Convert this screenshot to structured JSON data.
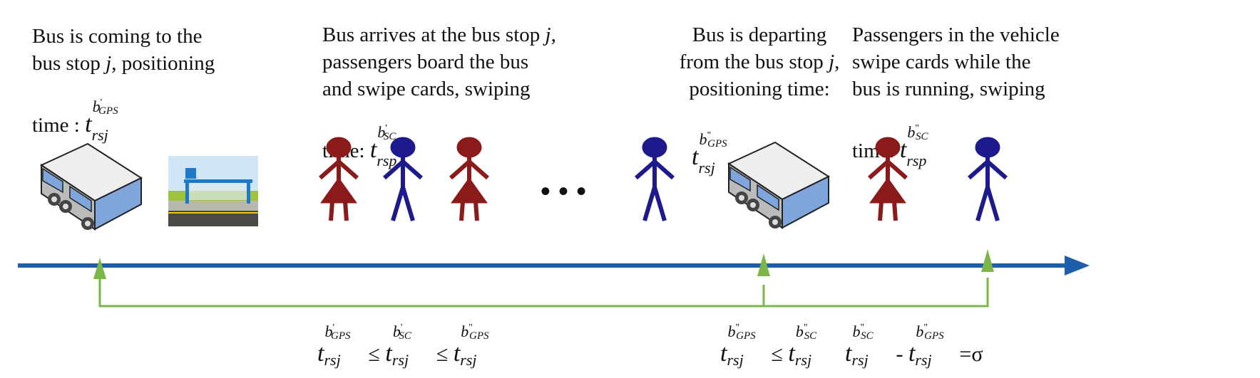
{
  "captions": [
    {
      "lines": [
        "Bus is coming to the",
        "bus stop ",
        "j",
        ", positioning",
        "time : "
      ],
      "term": {
        "base": "t",
        "sup": "b",
        "prime": "'",
        "supsub": "GPS",
        "sub": "rsj"
      }
    },
    {
      "lines": [
        "Bus arrives at the bus stop ",
        "j",
        ",",
        "passengers board the bus",
        "and swipe cards, swiping",
        "time:  "
      ],
      "term": {
        "base": "t",
        "sup": "b",
        "prime": "'",
        "supsub": "SC",
        "sub": "rsp"
      }
    },
    {
      "lines": [
        "Bus is departing",
        "from the bus stop ",
        "j",
        ",",
        "positioning time:"
      ],
      "term": {
        "base": "t",
        "sup": "b",
        "prime": "\"",
        "supsub": "GPS",
        "sub": "rsj"
      }
    },
    {
      "lines": [
        "Passengers in the vehicle",
        "swipe cards while the",
        "bus is running, swiping",
        "time:  "
      ],
      "term": {
        "base": "t",
        "sup": "b",
        "prime": "\"",
        "supsub": "SC",
        "sub": "rsp"
      }
    }
  ],
  "formulas": [
    {
      "terms": [
        {
          "base": "t",
          "sup": "b",
          "prime": "'",
          "supsub": "GPS",
          "sub": "rsj"
        },
        {
          "base": "t",
          "sup": "b",
          "prime": "'",
          "supsub": "SC",
          "sub": "rsj"
        },
        {
          "base": "t",
          "sup": "b",
          "prime": "\"",
          "supsub": "GPS",
          "sub": "rsj"
        }
      ],
      "ops": [
        "≤",
        "≤"
      ]
    },
    {
      "terms": [
        {
          "base": "t",
          "sup": "b",
          "prime": "\"",
          "supsub": "GPS",
          "sub": "rsj"
        },
        {
          "base": "t",
          "sup": "b",
          "prime": "\"",
          "supsub": "SC",
          "sub": "rsj"
        }
      ],
      "ops": [
        "≤"
      ]
    },
    {
      "terms": [
        {
          "base": "t",
          "sup": "b",
          "prime": "\"",
          "supsub": "SC",
          "sub": "rsj"
        },
        {
          "base": "t",
          "sup": "b",
          "prime": "\"",
          "supsub": "GPS",
          "sub": "rsj"
        }
      ],
      "ops": [
        "-",
        "=σ"
      ]
    }
  ],
  "ellipsis": "• • •",
  "colors": {
    "timeline": "#1f5ea8",
    "bracket": "#7ab648",
    "female": "#8b1a1a",
    "male": "#1c1a8c"
  }
}
